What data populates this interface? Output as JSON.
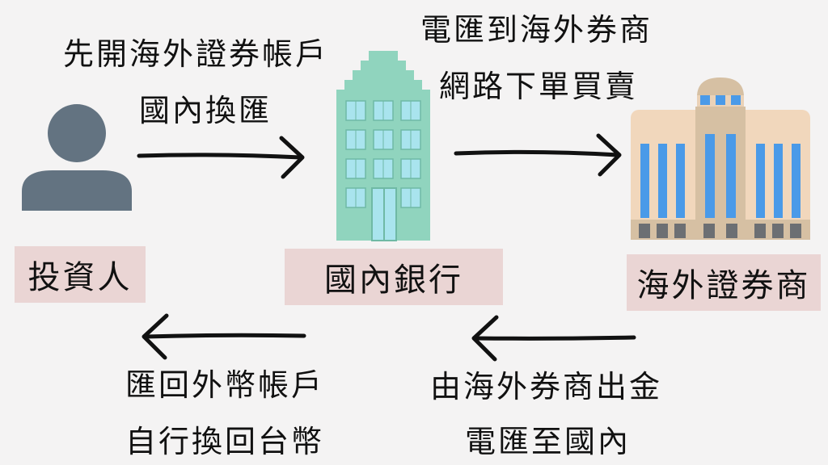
{
  "nodes": {
    "investor": {
      "label": "投資人",
      "icon": "person-icon"
    },
    "domestic_bank": {
      "label": "國內銀行",
      "icon": "bank-building-icon"
    },
    "foreign_broker": {
      "label": "海外證券商",
      "icon": "brokerage-building-icon"
    }
  },
  "steps": {
    "investor_to_bank": {
      "line1": "先開海外證券帳戶",
      "line2": "國內換匯"
    },
    "bank_to_broker": {
      "line1": "電匯到海外券商",
      "line2": "網路下單買賣"
    },
    "broker_to_bank": {
      "line1": "由海外券商出金",
      "line2": "電匯至國內"
    },
    "bank_to_investor": {
      "line1": "匯回外幣帳戶",
      "line2": "自行換回台幣"
    }
  },
  "colors": {
    "background": "#f4f3f3",
    "label_box": "#ead5d4",
    "person": "#637381",
    "bank_building": "#90d4be",
    "broker_building": "#f1d7bc",
    "broker_windows": "#4a9ae8",
    "arrow": "#111111"
  }
}
